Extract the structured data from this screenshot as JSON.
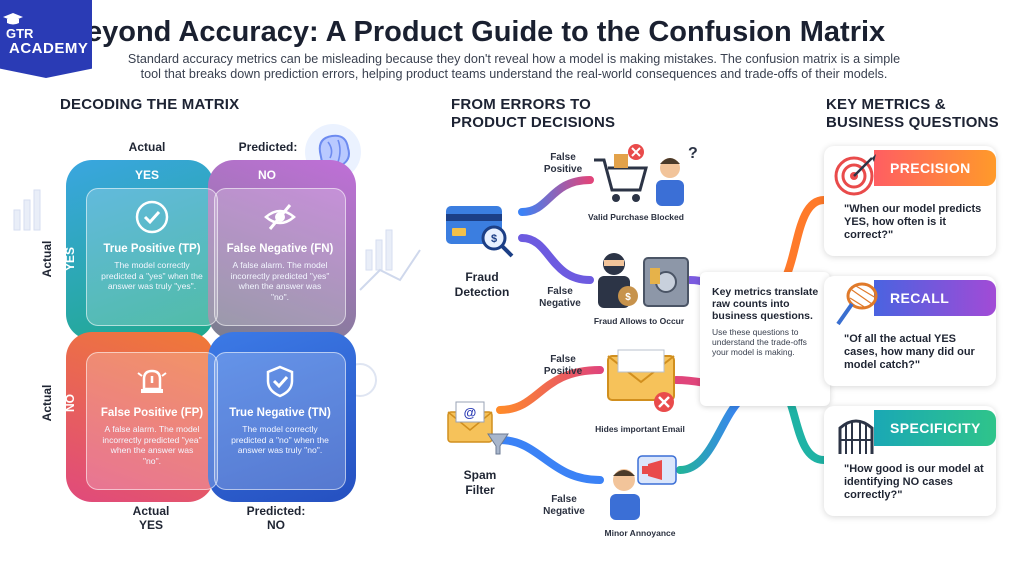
{
  "header": {
    "logo_line1": "GTR",
    "logo_line2": "ACADEMY",
    "title": "eyond Accuracy: A Product Guide to the Confusion Matrix",
    "subtitle": "Standard accuracy metrics can be misleading because they don't reveal how a model is making mistakes. The confusion matrix is a simple tool that breaks down prediction errors, helping product teams understand the real-world consequences and trade-offs of their models."
  },
  "sections": {
    "matrix_heading": "DECODING THE MATRIX",
    "flow_heading_line1": "FROM ERRORS TO",
    "flow_heading_line2": "PRODUCT DECISIONS",
    "metrics_heading_line1": "KEY METRICS &",
    "metrics_heading_line2": "BUSINESS QUESTIONS"
  },
  "matrix": {
    "top_actual": "Actual",
    "top_predicted": "Predicted:",
    "top_yes": "YES",
    "top_no": "NO",
    "left_actual_top": "Actual",
    "left_yes": "YES",
    "left_actual_bottom": "Actual",
    "left_no": "NO",
    "bottom_actual": "Actual",
    "bottom_actual_val": "YES",
    "bottom_predicted": "Predicted:",
    "bottom_predicted_val": "NO",
    "cells": [
      {
        "name": "True Positive (TP)",
        "desc": "The model correctly predicted a \"yes\" when the answer was truly \"yes\".",
        "icon": "checkmark-icon"
      },
      {
        "name": "False Negative (FN)",
        "desc": "A false alarm. The model incorrectly predicted \"yes\" when the answer was \"no\".",
        "icon": "eye-slash-icon"
      },
      {
        "name": "False Positive (FP)",
        "desc": "A false alarm. The model incorrectly predicted \"yea\" when the answer was \"no\".",
        "icon": "alarm-icon"
      },
      {
        "name": "True Negative (TN)",
        "desc": "The model correctly predicted a \"no\" when the answer was truly \"no\".",
        "icon": "shield-check-icon"
      }
    ]
  },
  "flow": {
    "fraud_label_line1": "Fraud",
    "fraud_label_line2": "Detection",
    "spam_label_line1": "Spam",
    "spam_label_line2": "Filter",
    "fp1_line1": "False",
    "fp1_line2": "Positive",
    "fn1_line1": "False",
    "fn1_line2": "Negative",
    "fp2_line1": "False",
    "fp2_line2": "Positive",
    "fn2_line1": "False",
    "fn2_line2": "Negative",
    "outcome1": "Valid Purchase Blocked",
    "outcome2": "Fraud Allows to Occur",
    "outcome3": "Hides important Email",
    "outcome4": "Minor Annoyance",
    "callout_big": "Key metrics translate raw counts into business questions.",
    "callout_small": "Use these questions to understand the trade-offs your model is making."
  },
  "metrics": [
    {
      "name": "PRECISION",
      "question": "\"When our model predicts YES, how often is it correct?\"",
      "color": "#ff7a2a",
      "icon": "target-icon"
    },
    {
      "name": "RECALL",
      "question": "\"Of all the actual YES cases, how many did our model catch?\"",
      "color": "#7b4bd6",
      "icon": "butterfly-net-icon"
    },
    {
      "name": "SPECIFICITY",
      "question": "\"How good is our model at identifying NO cases correctly?\"",
      "color": "#1fb3a5",
      "icon": "gate-icon"
    }
  ],
  "colors": {
    "brand_blue": "#2a3bb5",
    "tp_cell": "#22a48f",
    "fn_cell": "#8a8f9c",
    "fp_cell": "#f06a3a",
    "tn_cell": "#2f64d6"
  }
}
